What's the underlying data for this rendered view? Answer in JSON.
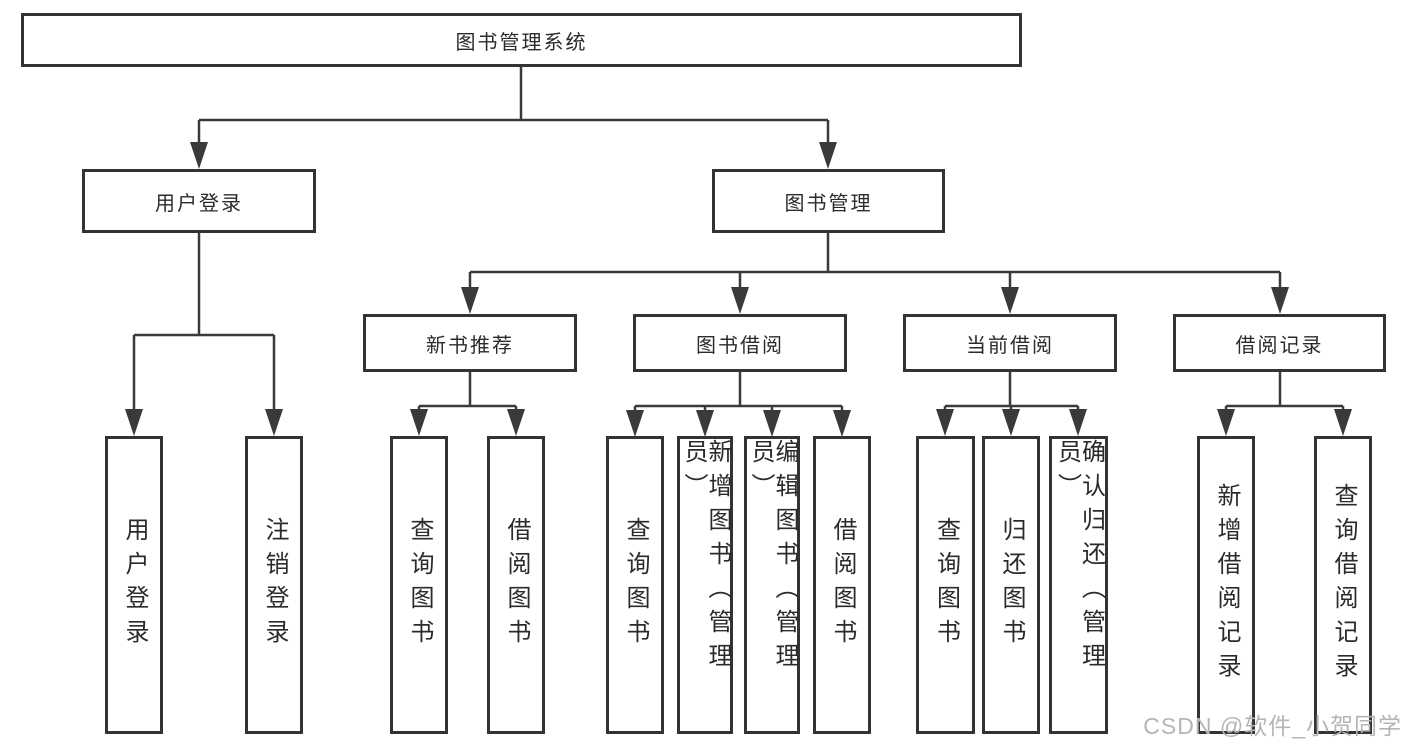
{
  "colors": {
    "line": "#3a3a3a",
    "box_border": "#333333",
    "text": "#2b2b2b",
    "background": "#ffffff",
    "watermark": "#b5b5b5"
  },
  "watermark": {
    "text": "CSDN @软件_小贺同学"
  },
  "tree": {
    "label": "图书管理系统",
    "children": [
      {
        "label": "用户登录",
        "children": [
          {
            "label": "用户登录"
          },
          {
            "label": "注销登录"
          }
        ]
      },
      {
        "label": "图书管理",
        "children": [
          {
            "label": "新书推荐",
            "children": [
              {
                "label": "查询图书"
              },
              {
                "label": "借阅图书"
              }
            ]
          },
          {
            "label": "图书借阅",
            "children": [
              {
                "label": "查询图书"
              },
              {
                "label": "新增图书（管理员）"
              },
              {
                "label": "编辑图书（管理员）"
              },
              {
                "label": "借阅图书"
              }
            ]
          },
          {
            "label": "当前借阅",
            "children": [
              {
                "label": "查询图书"
              },
              {
                "label": "归还图书"
              },
              {
                "label": "确认归还（管理员）"
              }
            ]
          },
          {
            "label": "借阅记录",
            "children": [
              {
                "label": "新增借阅记录"
              },
              {
                "label": "查询借阅记录"
              }
            ]
          }
        ]
      }
    ]
  }
}
